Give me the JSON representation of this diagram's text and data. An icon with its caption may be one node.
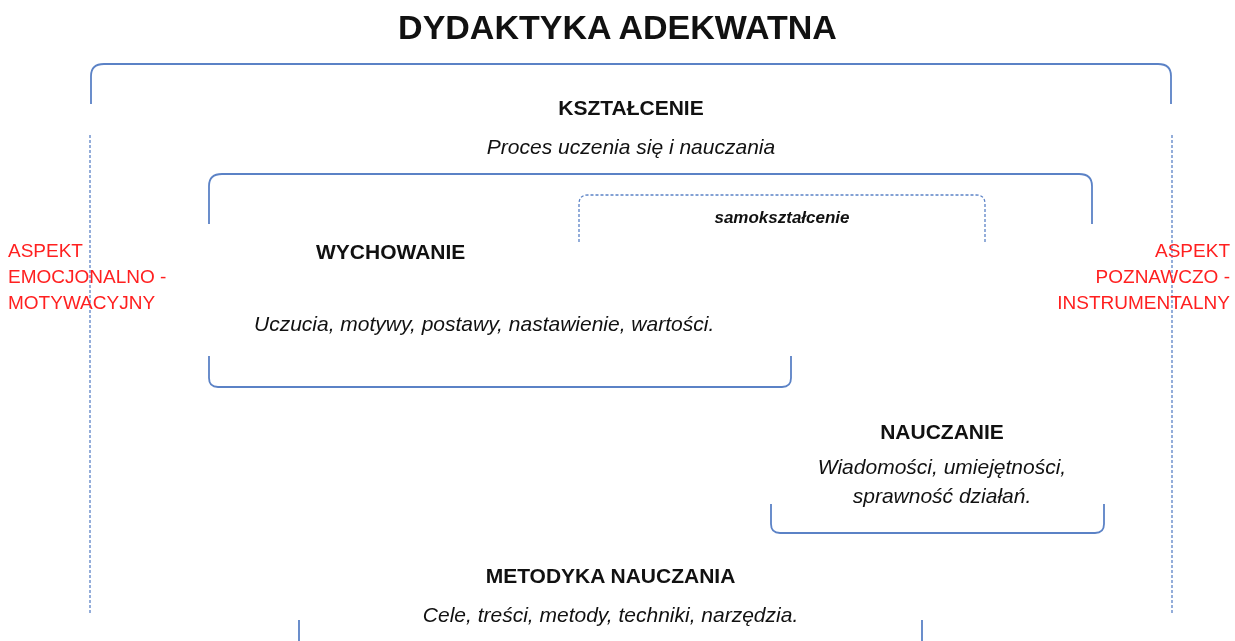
{
  "diagram": {
    "title": "DYDAKTYKA ADEKWATNA",
    "nodes": [
      {
        "text": [
          "KSZTAŁCENIE",
          "Proces uczenia się i nauczania"
        ]
      },
      {
        "text": [
          "samokształcenie"
        ]
      },
      {
        "text": [
          "WYCHOWANIE",
          "Uczucia, motywy, postawy, nastawienie, wartości."
        ]
      },
      {
        "text": [
          "NAUCZANIE",
          "Wiadomości, umiejętności, sprawność działań."
        ]
      },
      {
        "text": [
          "METODYKA NAUCZANIA",
          "Cele, treści, metody, techniki, narzędzia."
        ]
      }
    ],
    "labels": [
      "ASPEKT EMOCJONALNO - MOTYWACYJNY",
      "ASPEKT POZNAWCZO - INSTRUMENTALNY"
    ]
  }
}
